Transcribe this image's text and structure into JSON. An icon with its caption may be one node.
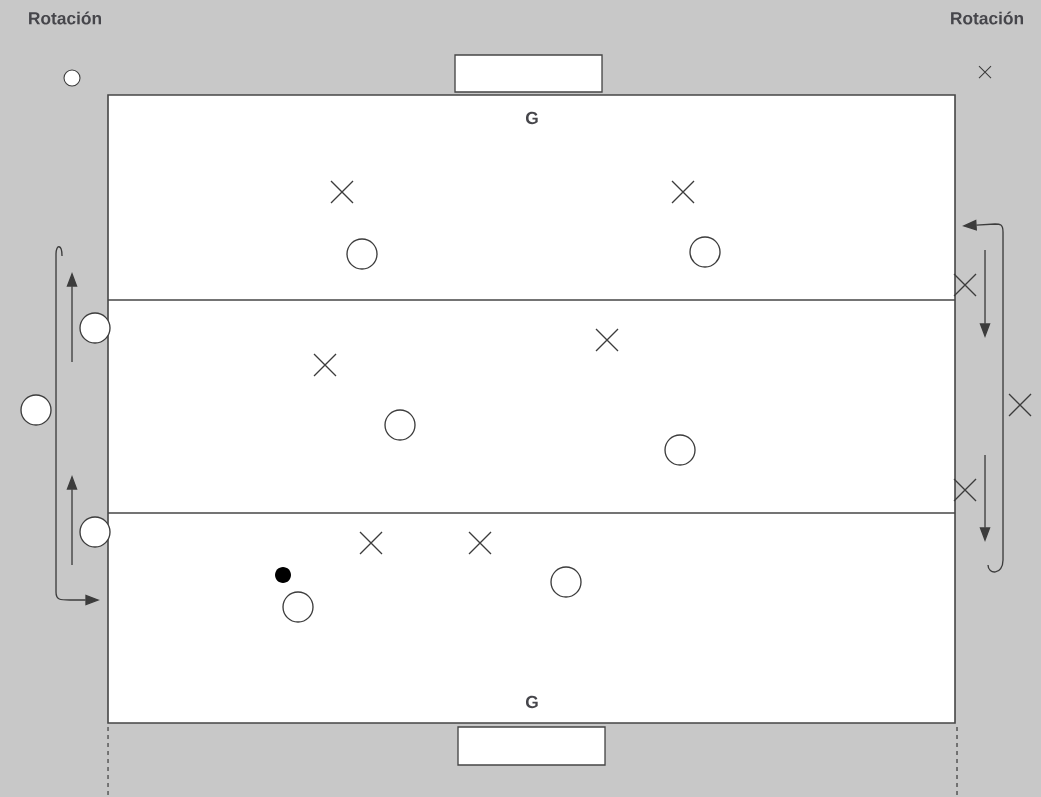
{
  "diagram": {
    "labels": [
      "Rotación",
      "Rotación",
      "G",
      "G"
    ]
  }
}
